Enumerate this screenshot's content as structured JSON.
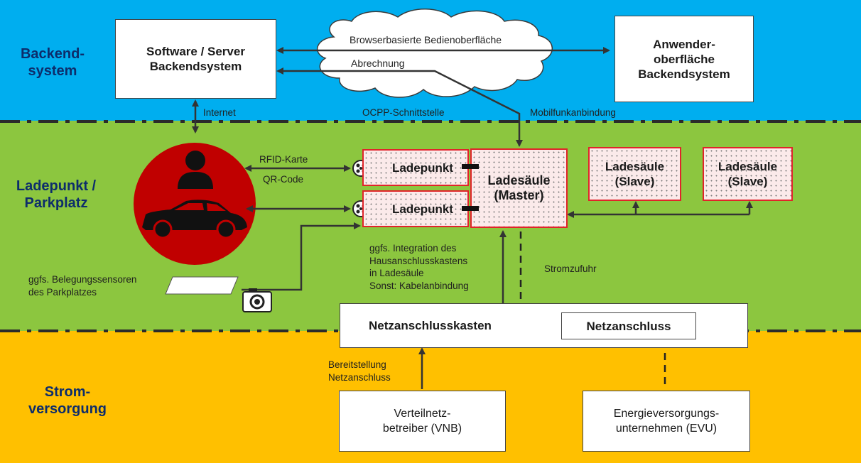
{
  "zones": {
    "backend": {
      "label": "Backend-\nsystem",
      "color": "#00aeef"
    },
    "ladepunkt": {
      "label": "Ladepunkt /\nParkplatz",
      "color": "#8cc63f"
    },
    "strom": {
      "label": "Strom-\nversorgung",
      "color": "#ffc000"
    }
  },
  "boxes": {
    "software_server": "Software / Server\nBackendsystem",
    "anwender": "Anwender-\noberfläche\nBackendsystem",
    "ladepunkt_1": "Ladepunkt",
    "ladepunkt_2": "Ladepunkt",
    "ladesaeule_master": "Ladesäule\n(Master)",
    "ladesaeule_slave_1": "Ladesäule\n(Slave)",
    "ladesaeule_slave_2": "Ladesäule\n(Slave)",
    "netzanschlusskasten": "Netzanschlusskasten",
    "netzanschluss": "Netzanschluss",
    "vnb": "Verteilnetz-\nbetreiber (VNB)",
    "evu": "Energieversorgungs-\nunternehmen (EVU)"
  },
  "cloud": {
    "line1": "Browserbasierte Bedienoberfläche",
    "line2": "Abrechnung"
  },
  "labels": {
    "internet": "Internet",
    "ocpp": "OCPP-Schnittstelle",
    "mobilfunk": "Mobilfunkanbindung",
    "rfid": "RFID-Karte",
    "qr": "QR-Code",
    "integration": "ggfs. Integration des\nHausanschlusskastens\nin Ladesäule\nSonst: Kabelanbindung",
    "stromzufuhr": "Stromzufuhr",
    "belegung": "ggfs. Belegungssensoren\ndes Parkplatzes",
    "bereitstellung": "Bereitstellung\nNetzanschluss"
  },
  "colors": {
    "backend_blue": "#00aeef",
    "green": "#8cc63f",
    "orange": "#ffc000",
    "red_circle": "#c00000",
    "red_border": "#e0242a",
    "zone_text": "#0d2d6b"
  },
  "icons": [
    "person-icon",
    "car-icon",
    "plug-icon",
    "camera-icon",
    "sensor-icon",
    "cloud-shape"
  ]
}
